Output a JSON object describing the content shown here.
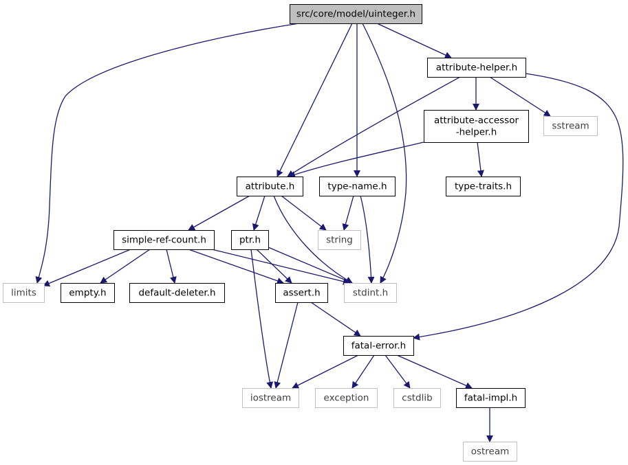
{
  "diagram": {
    "colors": {
      "edge": "#191970",
      "root_fill": "#bfbfbf",
      "project_border": "#000000",
      "external_border": "#bfbfbf",
      "external_text": "#404040",
      "text": "#000000"
    },
    "nodes": [
      {
        "id": "uinteger",
        "label": "src/core/model/uinteger.h",
        "kind": "root"
      },
      {
        "id": "attribute-helper",
        "label": "attribute-helper.h",
        "kind": "project"
      },
      {
        "id": "attribute-accessor-helper",
        "label": "attribute-accessor\n-helper.h",
        "kind": "project"
      },
      {
        "id": "sstream",
        "label": "sstream",
        "kind": "external"
      },
      {
        "id": "attribute",
        "label": "attribute.h",
        "kind": "project"
      },
      {
        "id": "type-name",
        "label": "type-name.h",
        "kind": "project"
      },
      {
        "id": "type-traits",
        "label": "type-traits.h",
        "kind": "project"
      },
      {
        "id": "simple-ref-count",
        "label": "simple-ref-count.h",
        "kind": "project"
      },
      {
        "id": "ptr",
        "label": "ptr.h",
        "kind": "project"
      },
      {
        "id": "string",
        "label": "string",
        "kind": "external"
      },
      {
        "id": "limits",
        "label": "limits",
        "kind": "external"
      },
      {
        "id": "empty",
        "label": "empty.h",
        "kind": "project"
      },
      {
        "id": "default-deleter",
        "label": "default-deleter.h",
        "kind": "project"
      },
      {
        "id": "assert",
        "label": "assert.h",
        "kind": "project"
      },
      {
        "id": "stdint",
        "label": "stdint.h",
        "kind": "external"
      },
      {
        "id": "fatal-error",
        "label": "fatal-error.h",
        "kind": "project"
      },
      {
        "id": "iostream",
        "label": "iostream",
        "kind": "external"
      },
      {
        "id": "exception",
        "label": "exception",
        "kind": "external"
      },
      {
        "id": "cstdlib",
        "label": "cstdlib",
        "kind": "external"
      },
      {
        "id": "fatal-impl",
        "label": "fatal-impl.h",
        "kind": "project"
      },
      {
        "id": "ostream",
        "label": "ostream",
        "kind": "external"
      }
    ],
    "edges": [
      {
        "from": "uinteger",
        "to": "limits"
      },
      {
        "from": "uinteger",
        "to": "attribute"
      },
      {
        "from": "uinteger",
        "to": "type-name"
      },
      {
        "from": "uinteger",
        "to": "stdint"
      },
      {
        "from": "uinteger",
        "to": "attribute-helper"
      },
      {
        "from": "attribute-helper",
        "to": "attribute"
      },
      {
        "from": "attribute-helper",
        "to": "attribute-accessor-helper"
      },
      {
        "from": "attribute-helper",
        "to": "sstream"
      },
      {
        "from": "attribute-helper",
        "to": "fatal-error"
      },
      {
        "from": "attribute-accessor-helper",
        "to": "attribute"
      },
      {
        "from": "attribute-accessor-helper",
        "to": "type-traits"
      },
      {
        "from": "attribute",
        "to": "simple-ref-count"
      },
      {
        "from": "attribute",
        "to": "ptr"
      },
      {
        "from": "attribute",
        "to": "string"
      },
      {
        "from": "attribute",
        "to": "stdint"
      },
      {
        "from": "type-name",
        "to": "string"
      },
      {
        "from": "type-name",
        "to": "stdint"
      },
      {
        "from": "simple-ref-count",
        "to": "limits"
      },
      {
        "from": "simple-ref-count",
        "to": "empty"
      },
      {
        "from": "simple-ref-count",
        "to": "default-deleter"
      },
      {
        "from": "simple-ref-count",
        "to": "assert"
      },
      {
        "from": "simple-ref-count",
        "to": "stdint"
      },
      {
        "from": "ptr",
        "to": "assert"
      },
      {
        "from": "ptr",
        "to": "stdint"
      },
      {
        "from": "ptr",
        "to": "iostream"
      },
      {
        "from": "assert",
        "to": "iostream"
      },
      {
        "from": "assert",
        "to": "fatal-error"
      },
      {
        "from": "fatal-error",
        "to": "iostream"
      },
      {
        "from": "fatal-error",
        "to": "exception"
      },
      {
        "from": "fatal-error",
        "to": "cstdlib"
      },
      {
        "from": "fatal-error",
        "to": "fatal-impl"
      },
      {
        "from": "fatal-impl",
        "to": "ostream"
      }
    ]
  }
}
